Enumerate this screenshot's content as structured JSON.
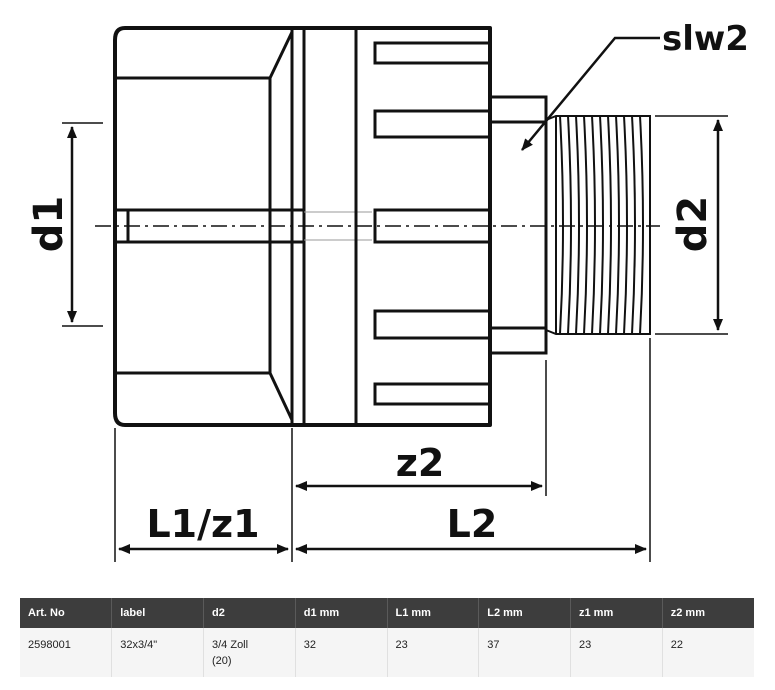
{
  "drawing": {
    "labels": {
      "slw2": "slw2",
      "d1": "d1",
      "d2": "d2",
      "z2": "z2",
      "l1z1": "L1/z1",
      "l2": "L2"
    }
  },
  "table": {
    "headers": [
      "Art. No",
      "label",
      "d2",
      "d1 mm",
      "L1 mm",
      "L2 mm",
      "z1 mm",
      "z2 mm"
    ],
    "rows": [
      {
        "art_no": "2598001",
        "label": "32x3/4\"",
        "d2_main": "3/4 Zoll",
        "d2_note": "(20)",
        "d1": "32",
        "l1": "23",
        "l2": "37",
        "z1": "23",
        "z2": "22"
      }
    ]
  }
}
